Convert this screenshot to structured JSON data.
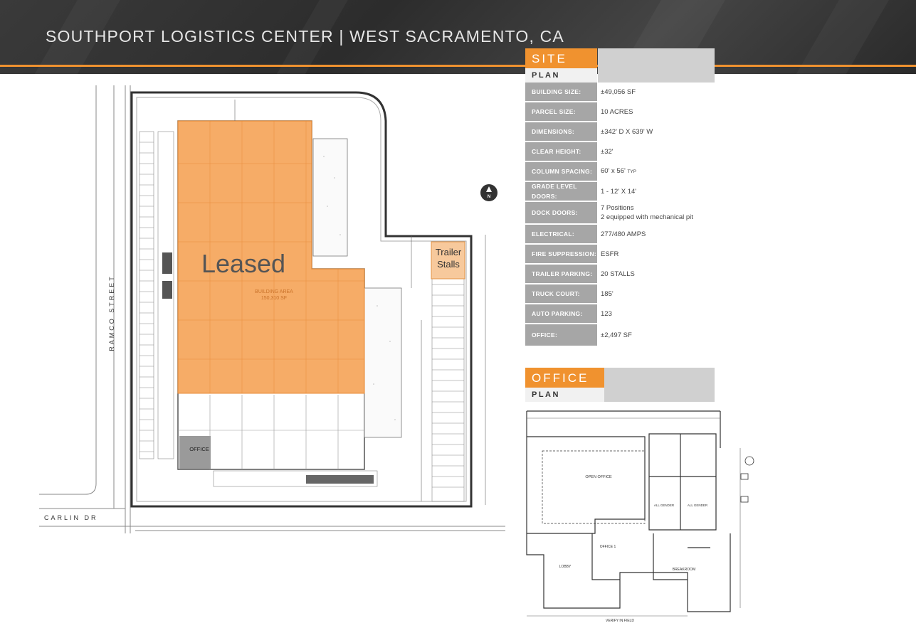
{
  "header": {
    "title": "SOUTHPORT LOGISTICS CENTER | WEST SACRAMENTO, CA"
  },
  "site_plan": {
    "leased_label": "Leased",
    "trailer_label_1": "Trailer",
    "trailer_label_2": "Stalls",
    "office_label": "OFFICE",
    "street_name": "RAMCO STREET",
    "cross_street": "CARLIN DR",
    "north_marker": "N",
    "building_area_1": "BUILDING AREA",
    "building_area_2": "150,310 SF",
    "colors": {
      "leased": "#f5a357",
      "office": "#9a9a9a",
      "accent": "#f0922f"
    }
  },
  "site_section": {
    "label": "SITE",
    "sublabel": "PLAN",
    "rows": [
      {
        "key": "BUILDING SIZE:",
        "value": "±49,056  SF"
      },
      {
        "key": "PARCEL SIZE:",
        "value": "10 ACRES"
      },
      {
        "key": "DIMENSIONS:",
        "value": "±342' D X 639' W"
      },
      {
        "key": "CLEAR HEIGHT:",
        "value": "±32'"
      },
      {
        "key": "COLUMN SPACING:",
        "value": "60' x 56'",
        "note": "TYP"
      },
      {
        "key": "GRADE LEVEL DOORS:",
        "value": "1 - 12' X 14'"
      },
      {
        "key": "DOCK DOORS:",
        "value": "7 Positions",
        "value2": "2 equipped with mechanical pit"
      },
      {
        "key": "ELECTRICAL:",
        "value": "277/480 AMPS"
      },
      {
        "key": "FIRE SUPPRESSION:",
        "value": "ESFR"
      },
      {
        "key": "TRAILER PARKING:",
        "value": "20 STALLS"
      },
      {
        "key": "TRUCK COURT:",
        "value": "185'"
      },
      {
        "key": "AUTO PARKING:",
        "value": "123"
      },
      {
        "key": "OFFICE:",
        "value": "±2,497 SF"
      }
    ]
  },
  "office_section": {
    "label": "OFFICE",
    "sublabel": "PLAN",
    "open_office": "OPEN OFFICE",
    "office_1": "OFFICE 1",
    "lobby": "LOBBY",
    "breakroom": "BREAKROOM",
    "all_gender": "ALL GENDER",
    "verify": "VERIFY IN FIELD"
  }
}
